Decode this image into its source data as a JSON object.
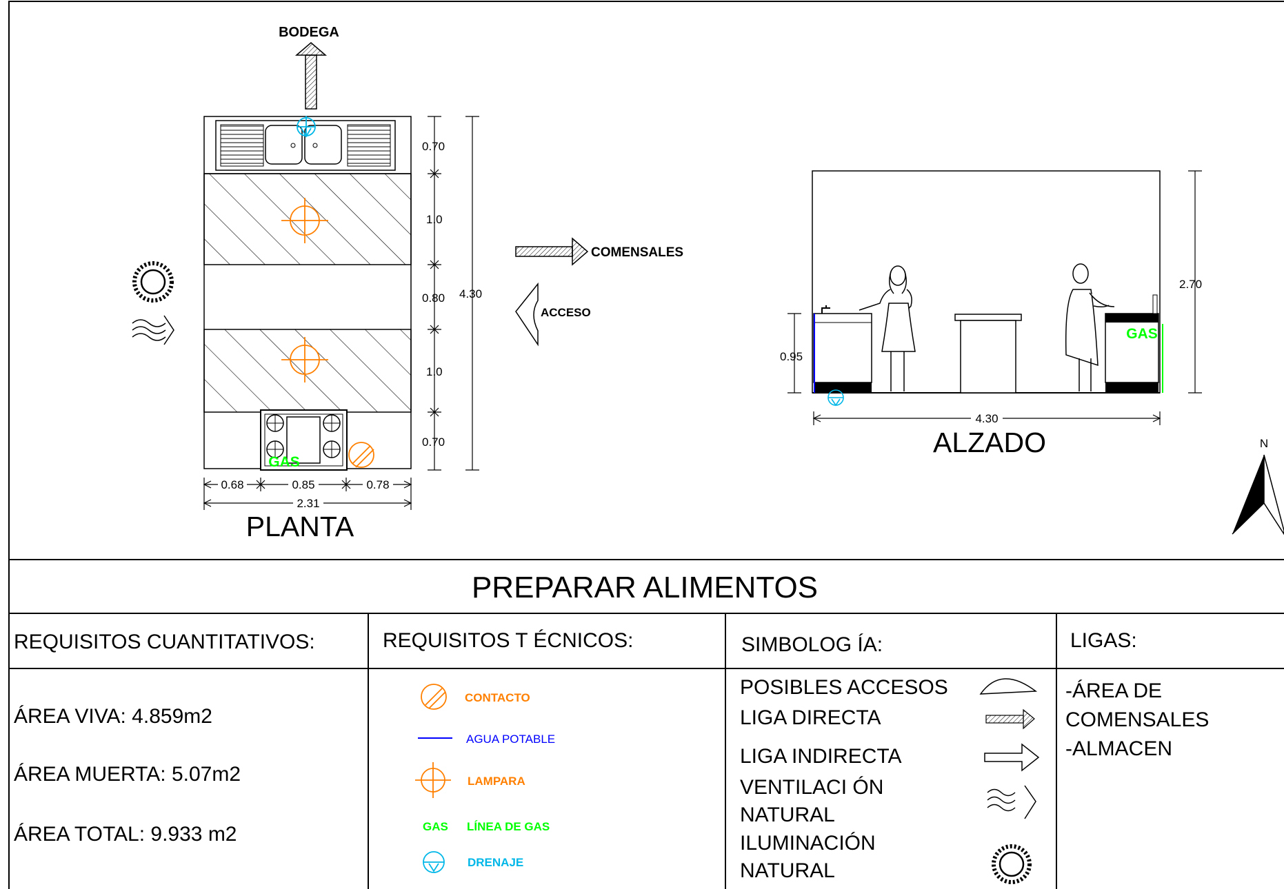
{
  "colors": {
    "line": "#000000",
    "orange": "#ff8000",
    "cyan": "#00b7e8",
    "green": "#00ff00",
    "blue": "#0000ff"
  },
  "planta": {
    "title": "PLANTA",
    "bodega": "BODEGA",
    "comensales": "COMENSALES",
    "acceso": "ACCESO",
    "gas": "GAS",
    "dims_vertical": [
      "0.70",
      "1.0",
      "0.80",
      "1.0",
      "0.70"
    ],
    "dim_total_height": "4.30",
    "dims_horizontal": [
      "0.68",
      "0.85",
      "0.78"
    ],
    "dim_total_width": "2.31"
  },
  "alzado": {
    "title": "ALZADO",
    "gas": "GAS",
    "dim_height": "2.70",
    "dim_counter": "0.95",
    "dim_width": "4.30"
  },
  "north_label": "N",
  "table": {
    "title": "PREPARAR ALIMENTOS",
    "headers": [
      "REQUISITOS CUANTITATIVOS:",
      "REQUISITOS T ÉCNICOS:",
      "SIMBOLOG ÍA:",
      "LIGAS:"
    ],
    "areas": [
      "ÁREA VIVA:  4.859m2",
      "ÁREA MUERTA:  5.07m2",
      "ÁREA TOTAL:  9.933 m2"
    ],
    "tecnicos": {
      "contacto": "CONTACTO",
      "agua": "AGUA POTABLE",
      "lampara": "LAMPARA",
      "gas_sym": "GAS",
      "gas_line": "LÍNEA DE GAS",
      "drenaje": "DRENAJE"
    },
    "simbologia": [
      "POSIBLES ACCESOS",
      "LIGA DIRECTA",
      "LIGA INDIRECTA",
      "VENTILACI ÓN",
      "NATURAL",
      "ILUMINACIÓN",
      "NATURAL"
    ],
    "ligas": [
      "-ÁREA DE",
      "COMENSALES",
      "-ALMACEN"
    ]
  }
}
